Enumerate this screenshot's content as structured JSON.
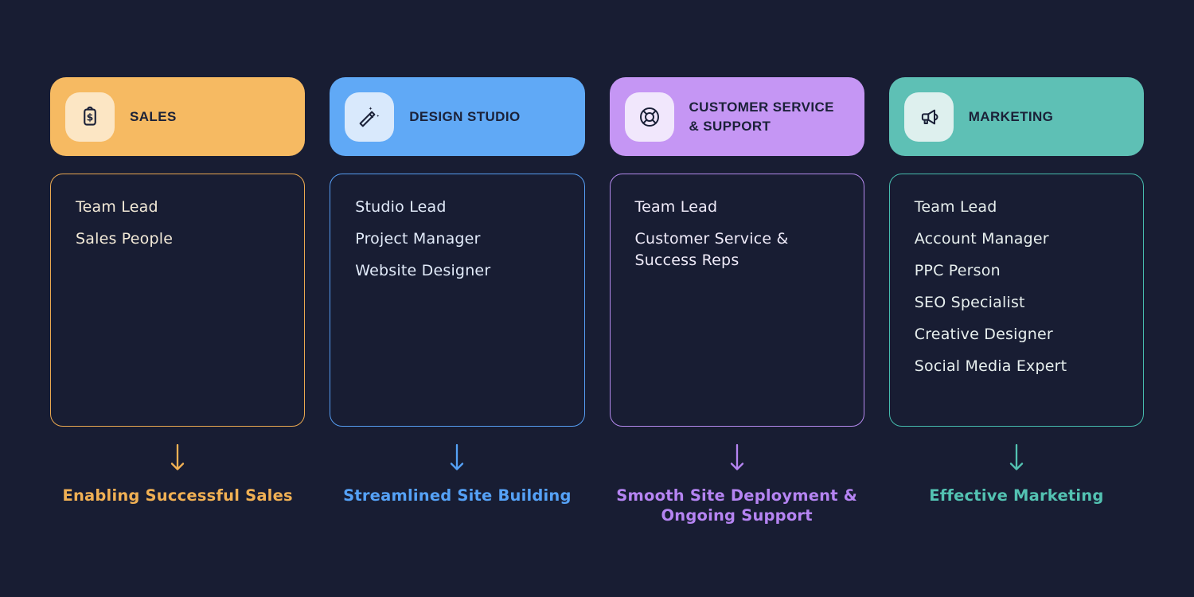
{
  "page": {
    "background_color": "#181d33",
    "title_text_color": "#1b2138"
  },
  "columns": [
    {
      "id": "sales",
      "title": "SALES",
      "icon": "clipboard-dollar-icon",
      "colors": {
        "header_bg": "#f6ba62",
        "icon_tile_bg": "#fce6c4",
        "list_border": "#eaa850",
        "list_text": "#f3ead8",
        "accent": "#f0b054"
      },
      "members": [
        "Team Lead",
        "Sales People"
      ],
      "caption": "Enabling Successful Sales"
    },
    {
      "id": "design-studio",
      "title": "DESIGN STUDIO",
      "icon": "magic-wand-icon",
      "colors": {
        "header_bg": "#60a9f6",
        "icon_tile_bg": "#d9e9fc",
        "list_border": "#569df2",
        "list_text": "#e2ebfa",
        "accent": "#55a1f6"
      },
      "members": [
        "Studio Lead",
        "Project Manager",
        "Website Designer"
      ],
      "caption": "Streamlined Site Building"
    },
    {
      "id": "customer-service-support",
      "title": "CUSTOMER SERVICE & SUPPORT",
      "icon": "lifebuoy-icon",
      "colors": {
        "header_bg": "#c596f4",
        "icon_tile_bg": "#f1e7fc",
        "list_border": "#b48aee",
        "list_text": "#efebf9",
        "accent": "#b584f2"
      },
      "members": [
        "Team Lead",
        "Customer Service & Success Reps"
      ],
      "caption": "Smooth Site Deployment & Ongoing Support"
    },
    {
      "id": "marketing",
      "title": "MARKETING",
      "icon": "megaphone-icon",
      "colors": {
        "header_bg": "#5ec0b5",
        "icon_tile_bg": "#def0ee",
        "list_border": "#46bcae",
        "list_text": "#e7efee",
        "accent": "#53c2b2"
      },
      "members": [
        "Team Lead",
        "Account Manager",
        "PPC Person",
        "SEO Specialist",
        "Creative Designer",
        "Social Media Expert"
      ],
      "caption": "Effective Marketing"
    }
  ]
}
